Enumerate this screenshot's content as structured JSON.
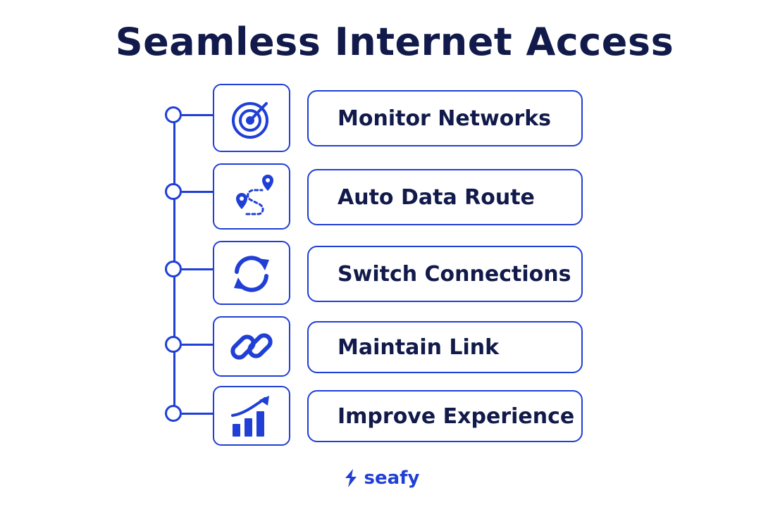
{
  "title": "Seamless Internet Access",
  "steps": [
    {
      "label": "Monitor Networks",
      "icon": "radar-target-icon"
    },
    {
      "label": "Auto Data Route",
      "icon": "route-pins-icon"
    },
    {
      "label": "Switch Connections",
      "icon": "sync-arrows-icon"
    },
    {
      "label": "Maintain Link",
      "icon": "chain-link-icon"
    },
    {
      "label": "Improve Experience",
      "icon": "growth-chart-icon"
    }
  ],
  "brand": {
    "name": "seafy",
    "icon": "lightning-s-logo-icon"
  },
  "colors": {
    "accent": "#1f3fd6",
    "text": "#111a4a",
    "background": "#ffffff"
  }
}
